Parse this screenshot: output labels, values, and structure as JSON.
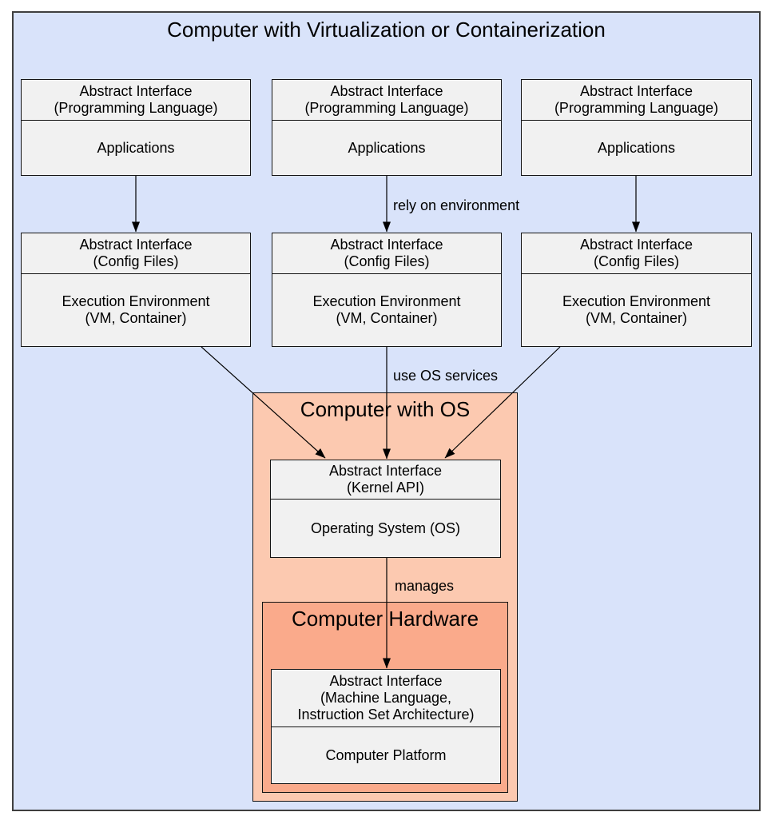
{
  "colors": {
    "canvas_fill": "#d9e3fa",
    "cluster_os_fill": "#fcc9b0",
    "cluster_hw_fill": "#faaa8b",
    "node_fill": "#f1f1f1",
    "border": "#141414"
  },
  "root_title": "Computer with Virtualization or Containerization",
  "columns": [
    {
      "app": {
        "interface": [
          "Abstract Interface",
          "(Programming Language)"
        ],
        "body": "Applications"
      },
      "env": {
        "interface": [
          "Abstract Interface",
          "(Config Files)"
        ],
        "body": [
          "Execution Environment",
          "(VM, Container)"
        ]
      }
    },
    {
      "app": {
        "interface": [
          "Abstract Interface",
          "(Programming Language)"
        ],
        "body": "Applications"
      },
      "env": {
        "interface": [
          "Abstract Interface",
          "(Config Files)"
        ],
        "body": [
          "Execution Environment",
          "(VM, Container)"
        ]
      }
    },
    {
      "app": {
        "interface": [
          "Abstract Interface",
          "(Programming Language)"
        ],
        "body": "Applications"
      },
      "env": {
        "interface": [
          "Abstract Interface",
          "(Config Files)"
        ],
        "body": [
          "Execution Environment",
          "(VM, Container)"
        ]
      }
    }
  ],
  "edge_labels": {
    "rely": "rely on environment",
    "use": "use OS services",
    "manages": "manages"
  },
  "os_cluster": {
    "title": "Computer with OS",
    "kernel": {
      "interface": [
        "Abstract Interface",
        "(Kernel API)"
      ],
      "body": "Operating System (OS)"
    }
  },
  "hw_cluster": {
    "title": "Computer Hardware",
    "machine": {
      "interface": [
        "Abstract Interface",
        "(Machine Language,",
        "Instruction Set Architecture)"
      ],
      "body": "Computer Platform"
    }
  }
}
